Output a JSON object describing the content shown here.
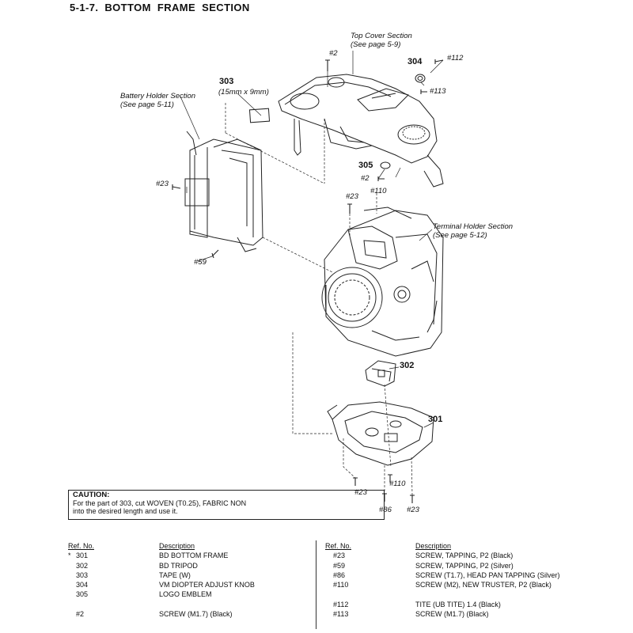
{
  "title": "5-1-7.  BOTTOM  FRAME  SECTION",
  "callouts": {
    "top_cover": [
      "Top Cover Section",
      "(See page 5-9)"
    ],
    "battery": [
      "Battery Holder Section",
      "(See page 5-11)"
    ],
    "terminal": [
      "Terminal Holder Section",
      "(See page 5-12)"
    ],
    "tape_size": "(15mm x 9mm)"
  },
  "part_numbers": {
    "p303": "303",
    "p304": "304",
    "p305": "305",
    "p302": "302",
    "p301": "301"
  },
  "screw_refs": {
    "s2_top": "#2",
    "s112": "#112",
    "s113": "#113",
    "s2_mid": "#2",
    "s23_a": "#23",
    "s110_a": "#110",
    "s23_left": "#23",
    "s59": "#59",
    "s110_b": "#110",
    "s23_b": "#23",
    "s86": "#86",
    "s23_c": "#23"
  },
  "caution": {
    "heading": "CAUTION:",
    "line1": "For the part of 303, cut WOVEN (T0.25), FABRIC NON",
    "line2": "into the desired length and use it."
  },
  "table_left": {
    "headers": [
      "Ref. No.",
      "Description"
    ],
    "rows": [
      {
        "mark": "*",
        "ref": "301",
        "desc": "BD BOTTOM FRAME"
      },
      {
        "mark": "",
        "ref": "302",
        "desc": "BD TRIPOD"
      },
      {
        "mark": "",
        "ref": "303",
        "desc": "TAPE (W)"
      },
      {
        "mark": "",
        "ref": "304",
        "desc": "VM DIOPTER ADJUST KNOB"
      },
      {
        "mark": "",
        "ref": "305",
        "desc": "LOGO EMBLEM"
      },
      {
        "mark": "",
        "ref": "",
        "desc": ""
      },
      {
        "mark": "",
        "ref": "#2",
        "desc": "SCREW (M1.7) (Black)"
      }
    ]
  },
  "table_right": {
    "headers": [
      "Ref. No.",
      "Description"
    ],
    "rows": [
      {
        "ref": "#23",
        "desc": "SCREW, TAPPING, P2 (Black)"
      },
      {
        "ref": "#59",
        "desc": "SCREW, TAPPING, P2 (Silver)"
      },
      {
        "ref": "#86",
        "desc": "SCREW (T1.7), HEAD PAN TAPPING (Silver)"
      },
      {
        "ref": "#110",
        "desc": "SCREW (M2), NEW TRUSTER, P2 (Black)"
      },
      {
        "ref": "",
        "desc": ""
      },
      {
        "ref": "#112",
        "desc": "TITE (UB TITE) 1.4 (Black)"
      },
      {
        "ref": "#113",
        "desc": "SCREW (M1.7) (Black)"
      }
    ]
  }
}
